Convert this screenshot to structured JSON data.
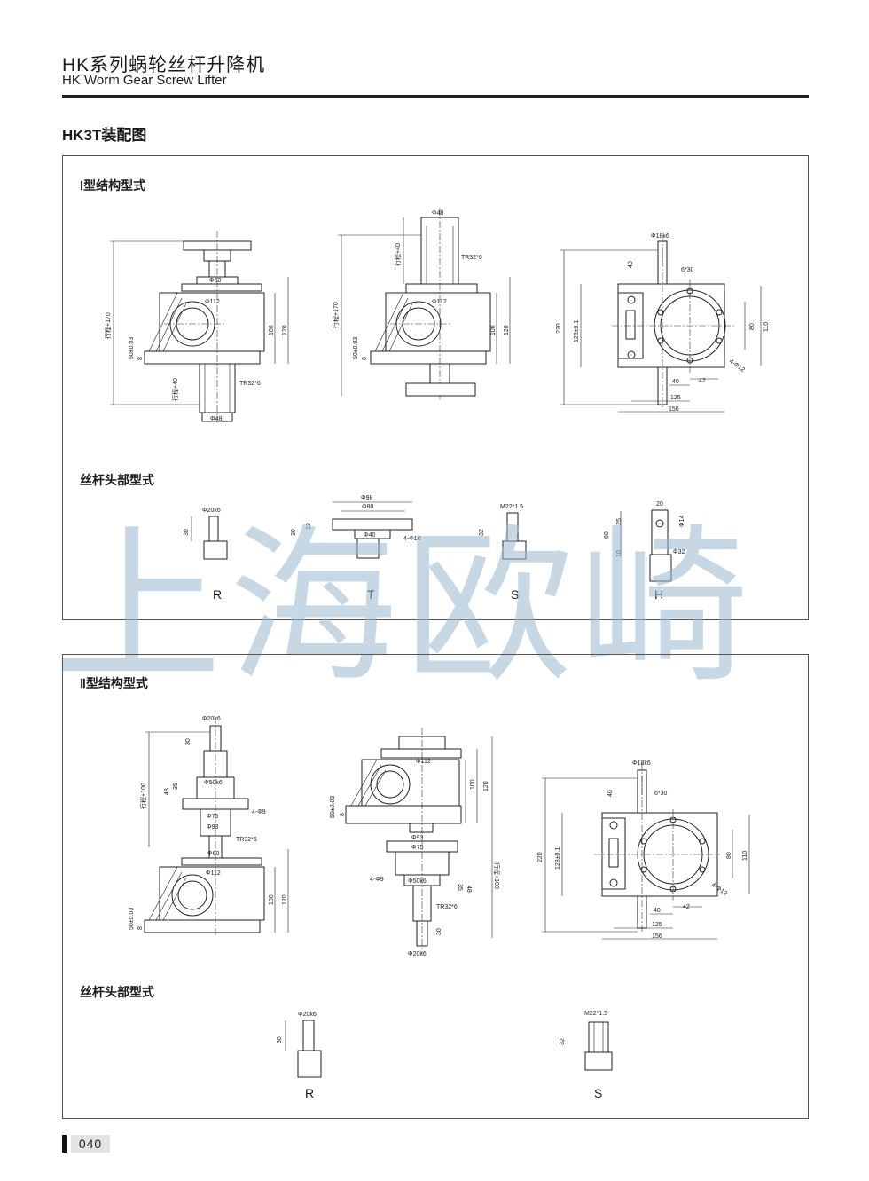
{
  "header": {
    "title_cn": "HK系列蜗轮丝杆升降机",
    "title_en": "HK Worm Gear Screw Lifter"
  },
  "section_title": "HK3T装配图",
  "panel1": {
    "heading": "Ⅰ型结构型式",
    "drawing_dims": {
      "stroke1": "行程+170",
      "stroke2": "行程+40",
      "stroke3": "行程+40",
      "stroke4": "行程+170",
      "phi60": "Φ60",
      "phi112": "Φ112",
      "phi112b": "Φ112",
      "phi48a": "Φ48",
      "phi48b": "Φ48",
      "tr32a": "TR32*6",
      "tr32b": "TR32*6",
      "d50": "50±0.03",
      "d50b": "50±0.03",
      "d8": "8",
      "d8b": "8",
      "d100": "100",
      "d120": "120",
      "d100b": "100",
      "d120b": "120",
      "phi18k6": "Φ18k6",
      "d6x30": "6*30",
      "d40": "40",
      "d220": "220",
      "d128": "128±0.1",
      "d80": "80",
      "d110": "110",
      "d4phi12": "4-Φ12",
      "d40b": "40",
      "d42": "42",
      "d125": "125",
      "d156": "156"
    },
    "head_heading": "丝杆头部型式",
    "heads": {
      "R": {
        "label": "R",
        "phi": "Φ20k6",
        "len": "30"
      },
      "T": {
        "label": "T",
        "phi98": "Φ98",
        "phi80": "Φ80",
        "phi40": "Φ40",
        "holes": "4-Φ10",
        "d30": "30",
        "d13": "13"
      },
      "S": {
        "label": "S",
        "thread": "M22*1.5",
        "len": "32"
      },
      "H": {
        "label": "H",
        "d20": "20",
        "d25": "25",
        "d60": "60",
        "d10": "10",
        "phi14": "Φ14",
        "phi32": "Φ32"
      }
    }
  },
  "watermark": "上海欧崎",
  "panel2": {
    "heading": "Ⅱ型结构型式",
    "drawing_dims": {
      "phi20k6a": "Φ20k6",
      "d30a": "30",
      "stroke100a": "行程+100",
      "d48a": "48",
      "d35a": "35",
      "phi50k6a": "Φ50k6",
      "phi75a": "Φ75",
      "holes9a": "4-Φ9",
      "phi93a": "Φ93",
      "tr32a": "TR32*6",
      "phi60": "Φ60",
      "phi112a": "Φ112",
      "d50a": "50±0.03",
      "d8a": "8",
      "d100a": "100",
      "d120a": "120",
      "phi112b": "Φ112",
      "d50b": "50±0.03",
      "d8b": "8",
      "d100b": "100",
      "d120b": "120",
      "phi93b": "Φ93",
      "phi75b": "Φ75",
      "holes9b": "4-Φ9",
      "phi50k6b": "Φ50k6",
      "d48b": "48",
      "d35b": "35",
      "stroke100b": "行程+100",
      "tr32b": "TR32*6",
      "d30b": "30",
      "phi20k6b": "Φ20k6",
      "phi18k6": "Φ18k6",
      "d6x30": "6*30",
      "d40": "40",
      "d220": "220",
      "d128": "128±0.1",
      "d80": "80",
      "d110": "110",
      "d4phi12": "4-Φ12",
      "d40b": "40",
      "d42": "42",
      "d125": "125",
      "d156": "156"
    },
    "head_heading": "丝杆头部型式",
    "heads": {
      "R": {
        "label": "R",
        "phi": "Φ20k6",
        "len": "30"
      },
      "S": {
        "label": "S",
        "thread": "M22*1.5",
        "len": "32"
      }
    }
  },
  "footer": {
    "page": "040"
  }
}
